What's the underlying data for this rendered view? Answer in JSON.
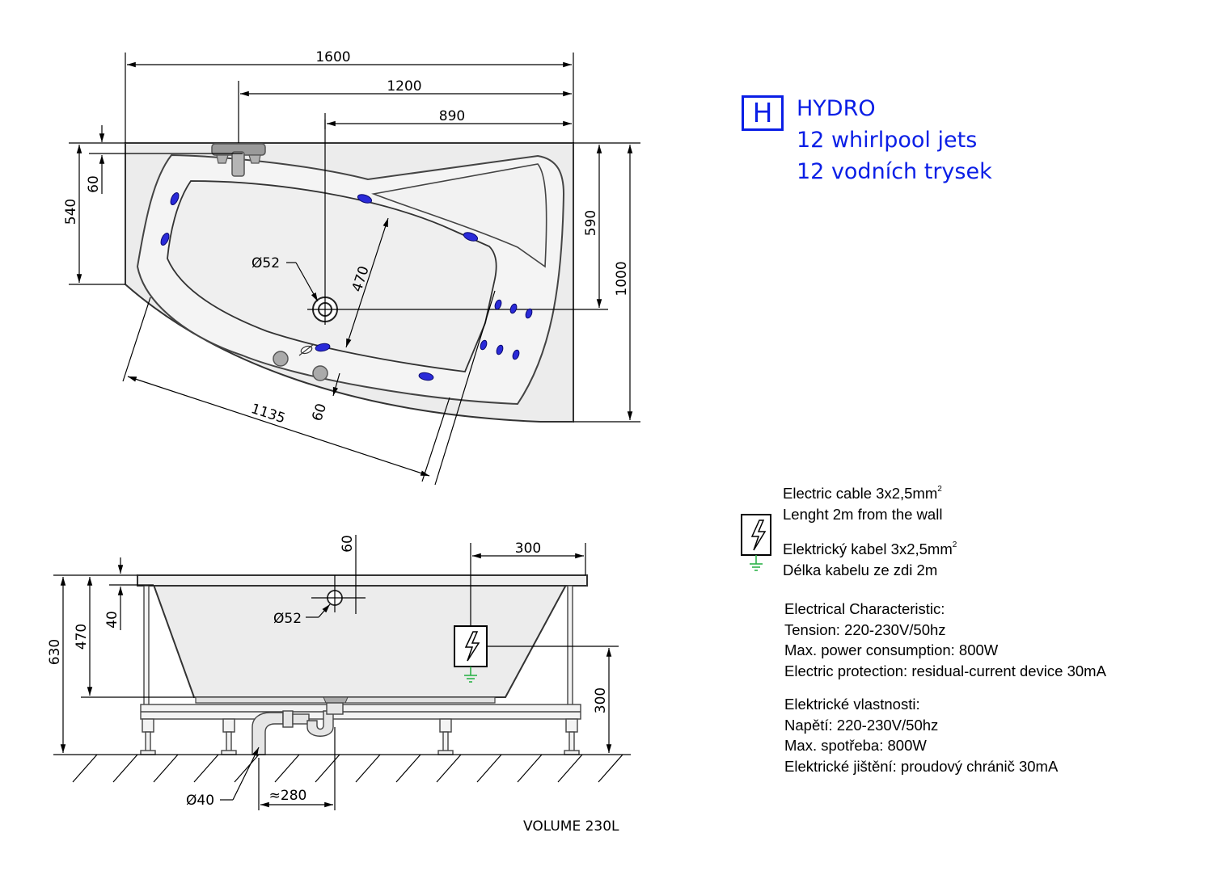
{
  "features": {
    "hydro_badge": "H",
    "title": "HYDRO",
    "line1": "12 whirlpool jets",
    "line2": "12 vodních trysek"
  },
  "electric": {
    "cable_en_prefix": "Electric cable 3x2,5mm",
    "cable_en_sup": "2",
    "length_en": "Lenght 2m from the wall",
    "cable_cz_prefix": "Elektrický kabel 3x2,5mm",
    "cable_cz_sup": "2",
    "length_cz": "Délka kabelu ze zdi 2m"
  },
  "characteristics_en": {
    "heading": "Electrical Characteristic:",
    "tension": "Tension: 220-230V/50hz",
    "power": "Max. power consumption: 800W",
    "protection": "Electric protection: residual-current device 30mA"
  },
  "characteristics_cz": {
    "heading": "Elektrické vlastnosti:",
    "tension": "Napětí: 220-230V/50hz",
    "power": "Max. spotřeba: 800W",
    "protection": "Elektrické jištění: proudový chránič 30mA"
  },
  "top_view_dims": {
    "width_total": "1600",
    "width_1200": "1200",
    "width_890": "890",
    "depth_total": "1000",
    "depth_590": "590",
    "depth_540": "540",
    "depth_60": "60",
    "diagonal": "1135",
    "inner_470": "470",
    "edge_60": "60",
    "drain": "Ø52"
  },
  "side_view_dims": {
    "height_total": "630",
    "height_470": "470",
    "top_40": "40",
    "top_60": "60",
    "width_300": "300",
    "height_300": "300",
    "drain": "Ø52",
    "waste": "Ø40",
    "approx_280": "≈280"
  },
  "volume": "VOLUME 230L",
  "colors": {
    "accent_blue": "#0a1ee6",
    "jet_blue": "#2a2ad8",
    "tub_fill": "#ebebeb",
    "ground_green": "#2db34a"
  }
}
